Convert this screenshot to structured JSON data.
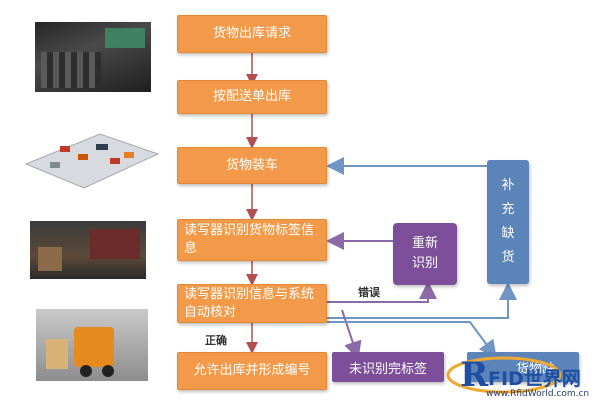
{
  "flow": {
    "steps": [
      "货物出库请求",
      "按配送单出库",
      "货物装车",
      "读写器识别货物标签信息",
      "读写器识别信息与系统自动核对",
      "允许出库并形成编号"
    ],
    "side": {
      "reidentify": "重新识别",
      "replenish": "补充缺货",
      "unrecognized": "未识别完标签",
      "missing_partial": "货物缺"
    },
    "labels": {
      "error": "错误",
      "correct": "正确"
    }
  },
  "watermark": {
    "letter": "R",
    "brand": "FID世界网",
    "url": "www.RfidWorld.com.cn"
  },
  "colors": {
    "step": "#f39a4a",
    "purple": "#7d4f9a",
    "blue": "#5b84b8",
    "arrow_red": "#b05050",
    "arrow_blue": "#6e95c3",
    "arrow_purple": "#8c6aa8"
  }
}
